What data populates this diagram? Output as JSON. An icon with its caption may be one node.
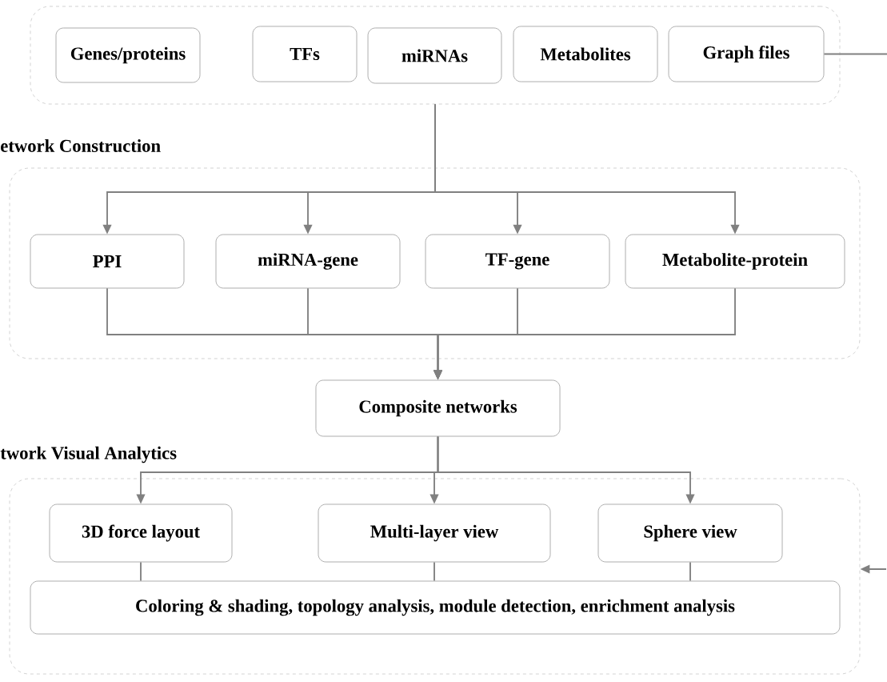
{
  "diagram": {
    "nodes": [
      {
        "text": [],
        "shape": "box"
      },
      {
        "text": [
          "Genes/proteins"
        ],
        "in": 0
      },
      {
        "text": [
          "TFs"
        ],
        "in": 0
      },
      {
        "text": [
          "miRNAs"
        ],
        "in": 0
      },
      {
        "text": [
          "Metabolites"
        ],
        "in": 0
      },
      {
        "text": [
          "Graph files"
        ],
        "in": 0
      },
      {
        "text": [
          "etwork Construction"
        ]
      },
      {
        "text": [
          "PPI"
        ],
        "in": 6
      },
      {
        "text": [
          "miRNA-gene"
        ],
        "in": 6
      },
      {
        "text": [
          "TF-gene"
        ],
        "in": 6
      },
      {
        "text": [
          "Metabolite-protein"
        ],
        "in": 6
      },
      {
        "text": [
          "Composite networks"
        ]
      },
      {
        "text": [
          "twork Visual Analytics"
        ]
      },
      {
        "text": [
          "3D force layout"
        ],
        "in": 12
      },
      {
        "text": [
          "Multi-layer view"
        ],
        "in": 12
      },
      {
        "text": [
          "Sphere view"
        ],
        "in": 12
      },
      {
        "text": [
          "Coloring & shading, topology analysis, module detection, enrichment analysis"
        ],
        "in": 12
      }
    ],
    "edges": [
      {
        "from": 0,
        "to": 7,
        "arrow": "to"
      },
      {
        "from": 0,
        "to": 8,
        "arrow": "to"
      },
      {
        "from": 0,
        "to": 9,
        "arrow": "to"
      },
      {
        "from": 0,
        "to": 10,
        "arrow": "to"
      },
      {
        "from": 7,
        "to": 11,
        "arrow": "to"
      },
      {
        "from": 8,
        "to": 11,
        "arrow": "to"
      },
      {
        "from": 9,
        "to": 11,
        "arrow": "to"
      },
      {
        "from": 10,
        "to": 11,
        "arrow": "to"
      },
      {
        "from": 11,
        "to": 13,
        "arrow": "to"
      },
      {
        "from": 11,
        "to": 14,
        "arrow": "to"
      },
      {
        "from": 11,
        "to": 15,
        "arrow": "to"
      },
      {
        "from": 13,
        "to": 16,
        "arrow": "none"
      },
      {
        "from": 14,
        "to": 16,
        "arrow": "none"
      },
      {
        "from": 15,
        "to": 16,
        "arrow": "none"
      },
      {
        "from": 5,
        "to": null,
        "arrow": "none"
      },
      {
        "from": null,
        "to": 12,
        "arrow": "to"
      }
    ]
  }
}
